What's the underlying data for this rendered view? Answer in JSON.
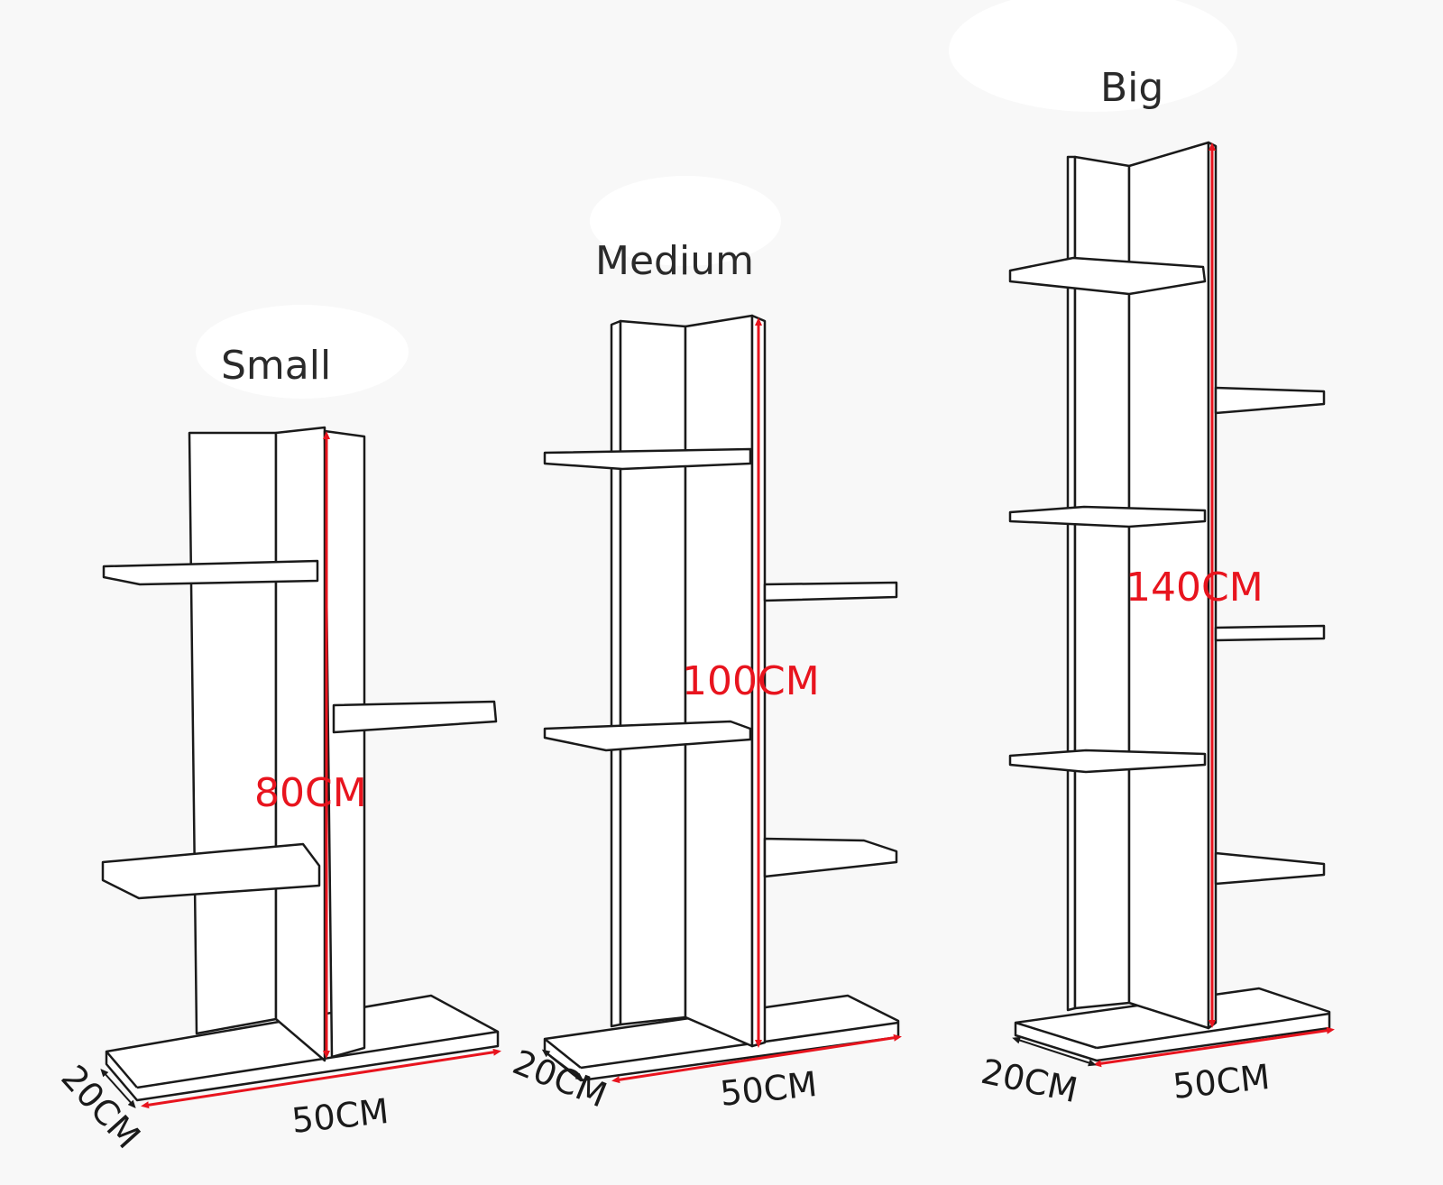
{
  "colors": {
    "dimension_line": "#e8141e",
    "outline": "#1a1a1a",
    "background": "#f8f8f8"
  },
  "shelves": [
    {
      "name": "Small",
      "height": "80CM",
      "width": "50CM",
      "depth": "20CM"
    },
    {
      "name": "Medium",
      "height": "100CM",
      "width": "50CM",
      "depth": "20CM"
    },
    {
      "name": "Big",
      "height": "140CM",
      "width": "50CM",
      "depth": "20CM"
    }
  ]
}
